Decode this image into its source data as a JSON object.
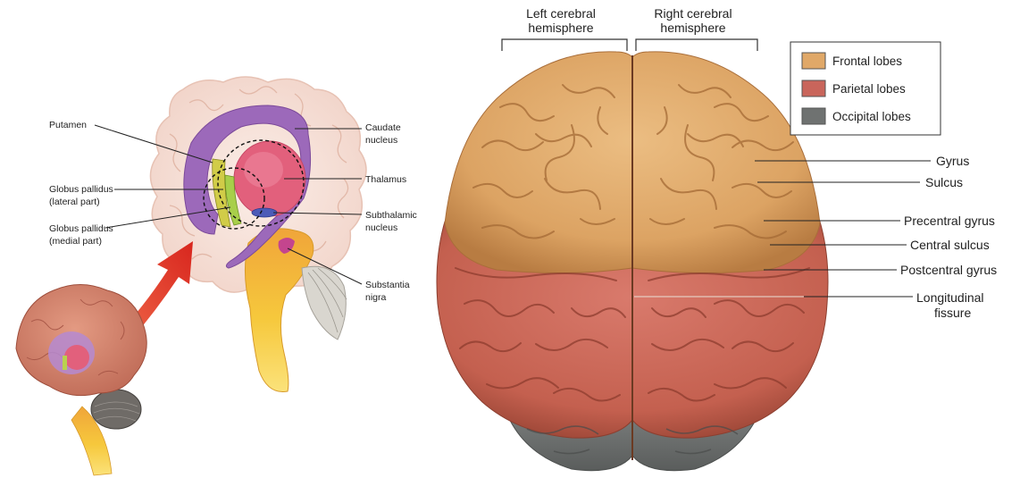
{
  "left_figure": {
    "labels": {
      "putamen": "Putamen",
      "gp_lateral_1": "Globus pallidus",
      "gp_lateral_2": "(lateral part)",
      "gp_medial_1": "Globus pallidus",
      "gp_medial_2": "(medial part)",
      "caudate_1": "Caudate",
      "caudate_2": "nucleus",
      "thalamus": "Thalamus",
      "subthalamic_1": "Subthalamic",
      "subthalamic_2": "nucleus",
      "substantia_1": "Substantia",
      "substantia_2": "nigra"
    }
  },
  "right_figure": {
    "hemispheres": {
      "left_1": "Left cerebral",
      "left_2": "hemisphere",
      "right_1": "Right cerebral",
      "right_2": "hemisphere"
    },
    "legend": [
      {
        "label": "Frontal lobes",
        "color": "#e0a868"
      },
      {
        "label": "Parietal lobes",
        "color": "#c9655b"
      },
      {
        "label": "Occipital lobes",
        "color": "#6f7271"
      }
    ],
    "labels": {
      "gyrus": "Gyrus",
      "sulcus": "Sulcus",
      "precentral": "Precentral gyrus",
      "central_sulcus": "Central sulcus",
      "postcentral": "Postcentral gyrus",
      "longitudinal_1": "Longitudinal",
      "longitudinal_2": "fissure"
    }
  },
  "colors": {
    "frontal": "#e0a868",
    "parietal": "#c9655b",
    "occipital": "#6f7271",
    "caudate": "#9b66b8",
    "thalamus": "#e2607c",
    "brainstem": "#f2c23a",
    "outer_brain": "#f5e0d8"
  }
}
